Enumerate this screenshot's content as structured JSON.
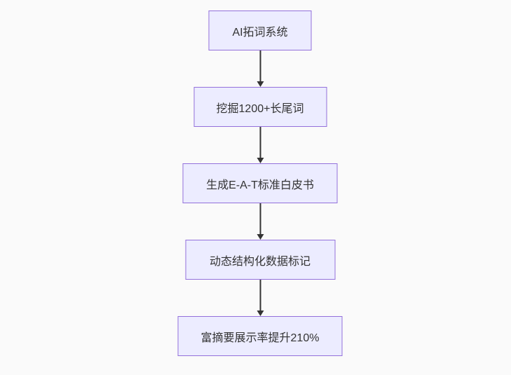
{
  "page": {
    "background_color": "#fafafa"
  },
  "flowchart": {
    "type": "flowchart",
    "direction": "top-down",
    "node_fill_color": "#ECECFF",
    "node_border_color": "#9370DB",
    "arrow_color": "#333333",
    "text_color": "#333333",
    "nodes": [
      {
        "id": "n1",
        "label": "AI拓词系统"
      },
      {
        "id": "n2",
        "label": "挖掘1200+长尾词"
      },
      {
        "id": "n3",
        "label": "生成E-A-T标准白皮书"
      },
      {
        "id": "n4",
        "label": "动态结构化数据标记"
      },
      {
        "id": "n5",
        "label": "富摘要展示率提升210%"
      }
    ],
    "edges": [
      {
        "from": "n1",
        "to": "n2"
      },
      {
        "from": "n2",
        "to": "n3"
      },
      {
        "from": "n3",
        "to": "n4"
      },
      {
        "from": "n4",
        "to": "n5"
      }
    ]
  }
}
